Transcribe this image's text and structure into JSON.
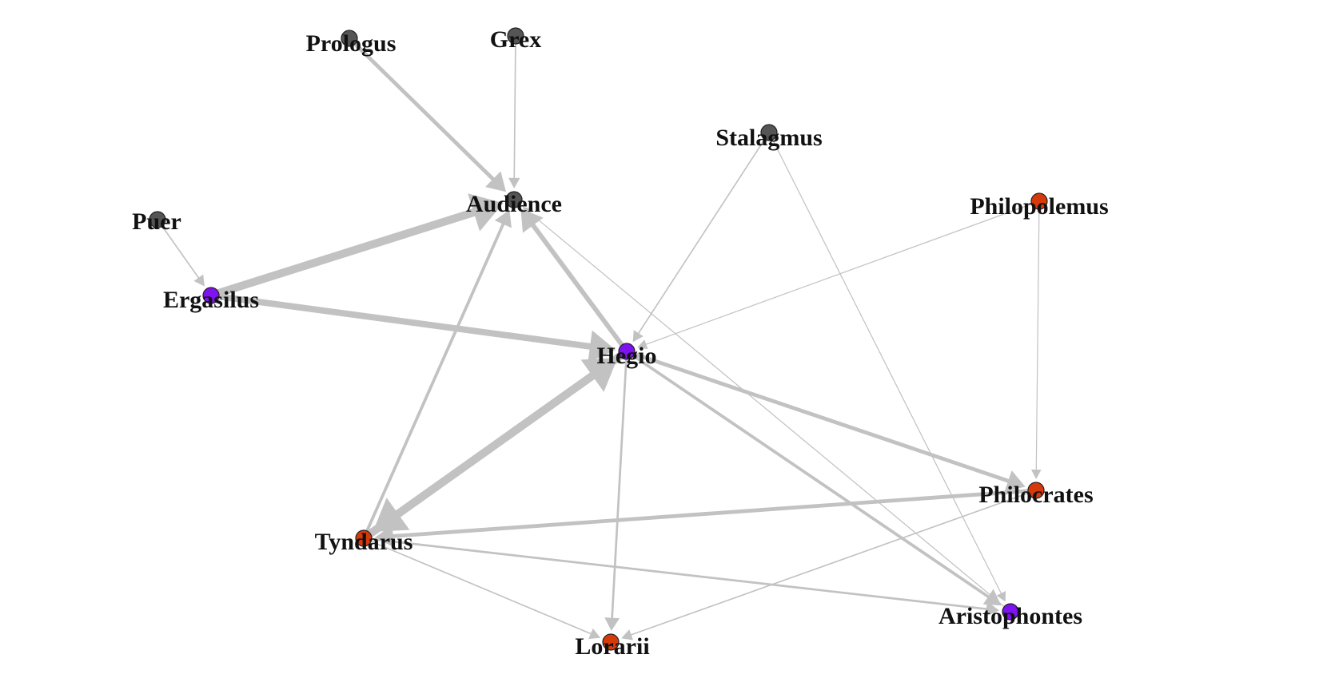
{
  "network": {
    "colors": {
      "gray": "#555555",
      "red": "#d73a0a",
      "purple": "#7e12f0",
      "edge": "#c2c2c2"
    },
    "nodes": [
      {
        "id": "prologus",
        "label": "Prologus",
        "group": "gray"
      },
      {
        "id": "grex",
        "label": "Grex",
        "group": "gray"
      },
      {
        "id": "stalagmus",
        "label": "Stalagmus",
        "group": "gray"
      },
      {
        "id": "audience",
        "label": "Audience",
        "group": "gray"
      },
      {
        "id": "puer",
        "label": "Puer",
        "group": "gray"
      },
      {
        "id": "philopolemus",
        "label": "Philopolemus",
        "group": "red"
      },
      {
        "id": "ergasilus",
        "label": "Ergasilus",
        "group": "purple"
      },
      {
        "id": "hegio",
        "label": "Hegio",
        "group": "purple"
      },
      {
        "id": "philocrates",
        "label": "Philocrates",
        "group": "red"
      },
      {
        "id": "tyndarus",
        "label": "Tyndarus",
        "group": "red"
      },
      {
        "id": "aristophontes",
        "label": "Aristophontes",
        "group": "purple"
      },
      {
        "id": "lorarii",
        "label": "Lorarii",
        "group": "red"
      }
    ],
    "edges": [
      {
        "from": "prologus",
        "to": "audience",
        "weight": 4
      },
      {
        "from": "grex",
        "to": "audience",
        "weight": 1
      },
      {
        "from": "ergasilus",
        "to": "audience",
        "weight": 9
      },
      {
        "from": "ergasilus",
        "to": "hegio",
        "weight": 7
      },
      {
        "from": "puer",
        "to": "ergasilus",
        "weight": 1
      },
      {
        "from": "hegio",
        "to": "audience",
        "weight": 5
      },
      {
        "from": "tyndarus",
        "to": "audience",
        "weight": 3
      },
      {
        "from": "tyndarus",
        "to": "hegio",
        "weight": 9
      },
      {
        "from": "hegio",
        "to": "tyndarus",
        "weight": 9
      },
      {
        "from": "stalagmus",
        "to": "hegio",
        "weight": 1
      },
      {
        "from": "stalagmus",
        "to": "aristophontes",
        "weight": 0.6
      },
      {
        "from": "philopolemus",
        "to": "hegio",
        "weight": 0.6
      },
      {
        "from": "philopolemus",
        "to": "philocrates",
        "weight": 0.6
      },
      {
        "from": "hegio",
        "to": "philocrates",
        "weight": 4
      },
      {
        "from": "hegio",
        "to": "aristophontes",
        "weight": 3
      },
      {
        "from": "hegio",
        "to": "lorarii",
        "weight": 2
      },
      {
        "from": "philocrates",
        "to": "tyndarus",
        "weight": 4
      },
      {
        "from": "philocrates",
        "to": "lorarii",
        "weight": 1
      },
      {
        "from": "tyndarus",
        "to": "aristophontes",
        "weight": 2
      },
      {
        "from": "tyndarus",
        "to": "lorarii",
        "weight": 1
      },
      {
        "from": "aristophontes",
        "to": "audience",
        "weight": 0.6
      }
    ]
  }
}
